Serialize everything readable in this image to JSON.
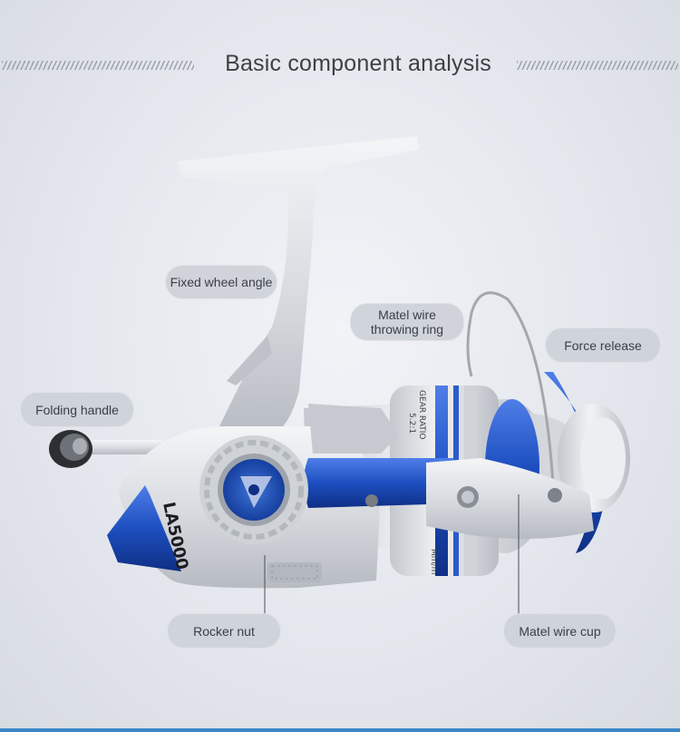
{
  "title": "Basic component analysis",
  "labels": {
    "fixed_wheel_angle": "Fixed wheel angle",
    "matel_wire_throwing_ring_line1": "Matel wire",
    "matel_wire_throwing_ring_line2": "throwing ring",
    "force_release": "Force release",
    "folding_handle": "Folding handle",
    "rocker_nut": "Rocker nut",
    "matel_wire_cup": "Matel wire cup"
  },
  "product": {
    "model": "LA5000",
    "spool_text_1": "GEAR RATIO",
    "spool_text_2": "5.2:1",
    "spool_text_3": "Mm/m"
  },
  "colors": {
    "accent_blue": "#1d4fc0",
    "body_silver": "#dfe1e5",
    "label_bg": "#cdd1d8",
    "title_text": "#3d4146",
    "bottom_bar": "#3b86c7"
  }
}
